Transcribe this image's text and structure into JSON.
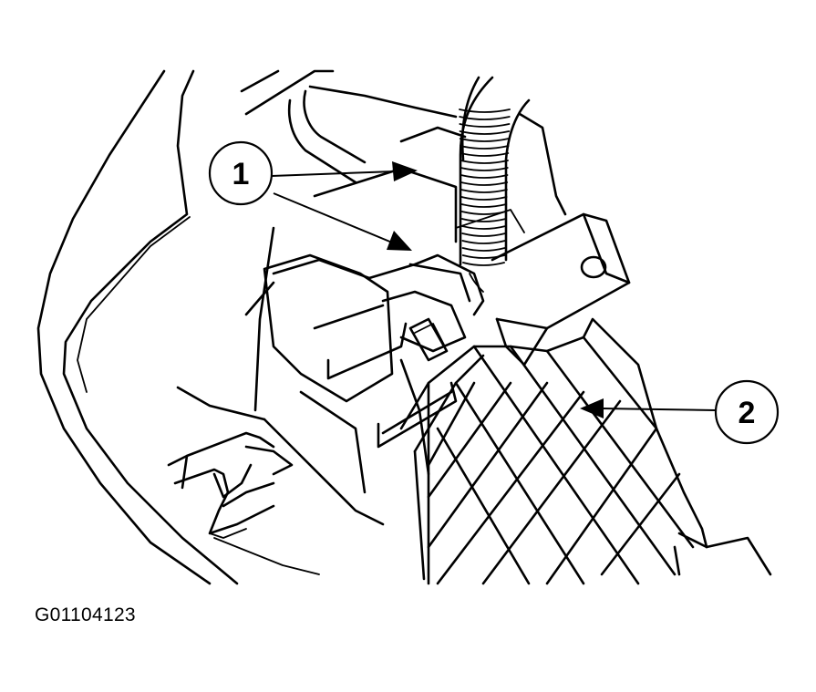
{
  "callouts": [
    {
      "label": "1"
    },
    {
      "label": "2"
    }
  ],
  "figure_id": "G01104123"
}
